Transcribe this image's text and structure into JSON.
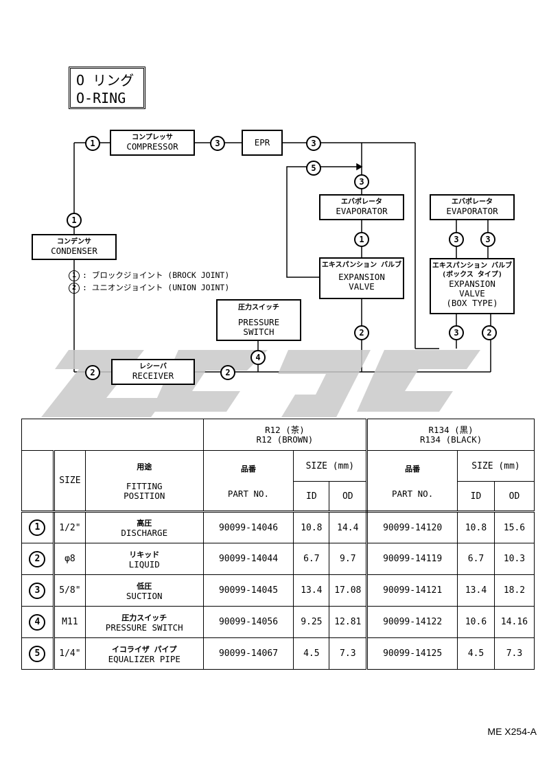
{
  "title": {
    "line1": "O リング",
    "line2": "O-RING"
  },
  "components": {
    "compressor": {
      "jp": "コンプレッサ",
      "en": "COMPRESSOR"
    },
    "epr": {
      "en": "EPR"
    },
    "condenser": {
      "jp": "コンデンサ",
      "en": "CONDENSER"
    },
    "evaporator": {
      "jp": "エバポレータ",
      "en": "EVAPORATOR"
    },
    "evaporator2": {
      "jp": "エバポレータ",
      "en": "EVAPORATOR"
    },
    "expansion_valve": {
      "jp": "エキスパンション バルブ",
      "en1": "EXPANSION",
      "en2": "VALVE"
    },
    "expansion_valve_box": {
      "jp1": "エキスパンション バルブ",
      "jp2": "(ボックス タイプ)",
      "en1": "EXPANSION",
      "en2": "VALVE",
      "en3": "(BOX TYPE)"
    },
    "pressure_switch": {
      "jp": "圧力スイッチ",
      "en1": "PRESSURE",
      "en2": "SWITCH"
    },
    "receiver": {
      "jp": "レシーバ",
      "en": "RECEIVER"
    }
  },
  "markers": {
    "m1": "1",
    "m2": "2",
    "m3": "3",
    "m4": "4",
    "m5": "5"
  },
  "legend": {
    "item1": {
      "num": "1",
      "text": ": ブロックジョイント (BROCK JOINT)"
    },
    "item2": {
      "num": "2",
      "text": ": ユニオンジョイント (UNION JOINT)"
    }
  },
  "table": {
    "r12_jp": "R12 (茶)",
    "r12_en": "R12 (BROWN)",
    "r134_jp": "R134 (黒)",
    "r134_en": "R134 (BLACK)",
    "col_size": "SIZE",
    "col_use_jp": "用途",
    "col_use_en1": "FITTING",
    "col_use_en2": "POSITION",
    "col_part_jp": "品番",
    "col_part_en": "PART NO.",
    "col_sizemm": "SIZE (mm)",
    "col_id": "ID",
    "col_od": "OD",
    "rows": [
      {
        "num": "1",
        "size": "1/2\"",
        "jp": "高圧",
        "en": "DISCHARGE",
        "r12_part": "90099-14046",
        "r12_id": "10.8",
        "r12_od": "14.4",
        "r134_part": "90099-14120",
        "r134_id": "10.8",
        "r134_od": "15.6"
      },
      {
        "num": "2",
        "size": "φ8",
        "jp": "リキッド",
        "en": "LIQUID",
        "r12_part": "90099-14044",
        "r12_id": "6.7",
        "r12_od": "9.7",
        "r134_part": "90099-14119",
        "r134_id": "6.7",
        "r134_od": "10.3"
      },
      {
        "num": "3",
        "size": "5/8\"",
        "jp": "低圧",
        "en": "SUCTION",
        "r12_part": "90099-14045",
        "r12_id": "13.4",
        "r12_od": "17.08",
        "r134_part": "90099-14121",
        "r134_id": "13.4",
        "r134_od": "18.2"
      },
      {
        "num": "4",
        "size": "M11",
        "jp": "圧力スイッチ",
        "en": "PRESSURE SWITCH",
        "r12_part": "90099-14056",
        "r12_id": "9.25",
        "r12_od": "12.81",
        "r134_part": "90099-14122",
        "r134_id": "10.6",
        "r134_od": "14.16"
      },
      {
        "num": "5",
        "size": "1/4\"",
        "jp": "イコライザ パイプ",
        "en": "EQUALIZER PIPE",
        "r12_part": "90099-14067",
        "r12_id": "4.5",
        "r12_od": "7.3",
        "r134_part": "90099-14125",
        "r134_id": "4.5",
        "r134_od": "7.3"
      }
    ]
  },
  "doc_code": "ME X254-A"
}
